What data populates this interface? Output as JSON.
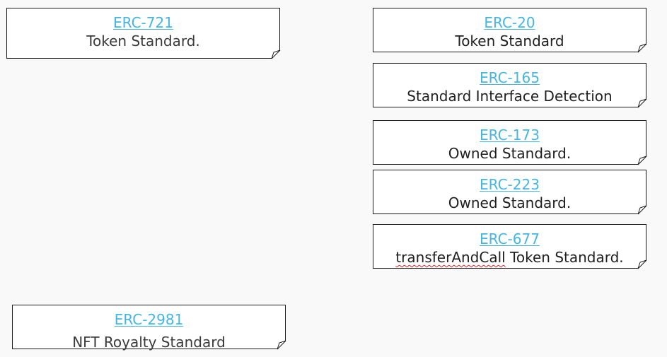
{
  "colors": {
    "background": "#f9f9f9",
    "card": "#ffffff",
    "link": "#45b5e3",
    "text": "#1f1f1f",
    "spellcheck": "#e02020"
  },
  "notes": [
    {
      "link": "ERC-721",
      "description": "Token Standard."
    },
    {
      "link": "ERC-20",
      "description": "Token Standard"
    },
    {
      "link": "ERC-165",
      "description": "Standard Interface Detection"
    },
    {
      "link": "ERC-173",
      "description": "Owned Standard."
    },
    {
      "link": "ERC-223",
      "description": "Owned Standard."
    },
    {
      "link": "ERC-677",
      "description_flagged_word": "transferAndCall",
      "description_rest": " Token Standard."
    },
    {
      "link": "ERC-2981",
      "description": "NFT Royalty Standard"
    }
  ]
}
